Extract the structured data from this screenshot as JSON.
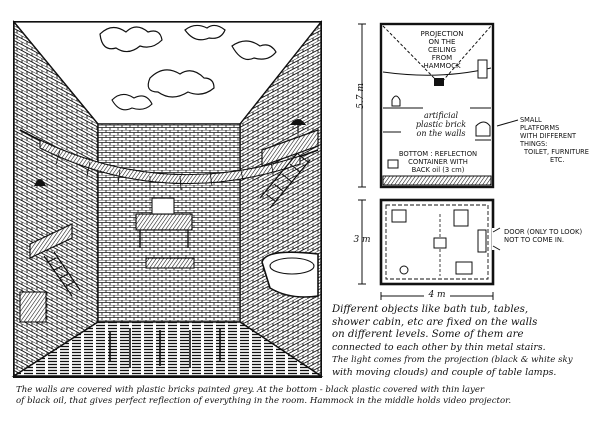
{
  "section_plan": {
    "height_label": "5.7 m",
    "projection_note": [
      "PROJECTION",
      "ON THE",
      "CEILING",
      "FROM",
      "HAMMOCK"
    ],
    "wall_note": [
      "artificial",
      "plastic brick",
      "on the walls"
    ],
    "bottom_note": [
      "BOTTOM : REFLECTION",
      "CONTAINER WITH",
      "BACK oil (3 cm)"
    ],
    "platforms_note": [
      "SMALL",
      "PLATFORMS",
      "WITH DIFFERENT",
      "THINGS:",
      "TOILET, FURNITURE",
      "ETC."
    ]
  },
  "floor_plan": {
    "depth_label": "3 m",
    "width_label": "4 m",
    "door_note": [
      "DOOR (ONLY TO LOOK)",
      "NOT TO COME IN."
    ]
  },
  "description": [
    "Different objects like bath tub, tables,",
    "shower cabin, etc are fixed on the walls",
    "on different levels. Some of them are",
    "connected to each other by thin metal stairs.",
    "The light comes from the projection (black & white sky",
    "with moving clouds) and couple of table lamps."
  ],
  "caption": [
    "The walls are covered with plastic bricks painted grey. At the bottom - black plastic covered with thin layer",
    "of black oil, that gives perfect reflection of everything in the room. Hammock in the middle holds video projector."
  ]
}
